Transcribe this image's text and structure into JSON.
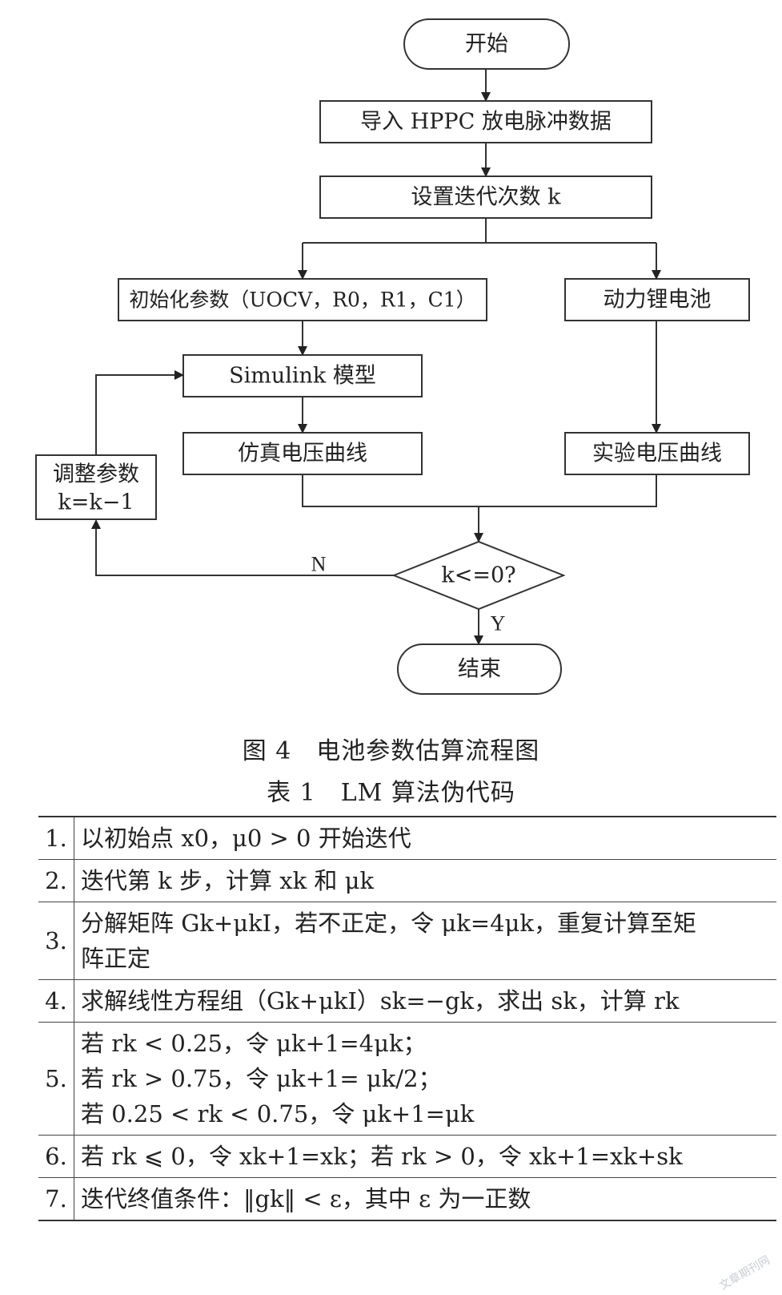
{
  "flowchart": {
    "nodes": {
      "start": "开始",
      "import": "导入 HPPC 放电脉冲数据",
      "set_iter": "设置迭代次数 k",
      "init": "初始化参数（UOCV，R0，R1，C1）",
      "battery": "动力锂电池",
      "simulink": "Simulink 模型",
      "sim_curve": "仿真电压曲线",
      "exp_curve": "实验电压曲线",
      "adjust_line1": "调整参数",
      "adjust_line2": "k=k−1",
      "decision": "k<=0?",
      "end": "结束"
    },
    "edge_labels": {
      "no": "N",
      "yes": "Y"
    }
  },
  "figure_caption": "图 4　电池参数估算流程图",
  "table_caption": "表 1　LM 算法伪代码",
  "table": {
    "rows": [
      {
        "num": "1.",
        "lines": [
          "以初始点 x0，μ0 > 0 开始迭代"
        ]
      },
      {
        "num": "2.",
        "lines": [
          "迭代第 k 步，计算 xk 和 μk"
        ]
      },
      {
        "num": "3.",
        "lines": [
          "分解矩阵 Gk+μkI，若不正定，令 μk=4μk，重复计算至矩",
          "阵正定"
        ]
      },
      {
        "num": "4.",
        "lines": [
          "求解线性方程组（Gk+μkI）sk=−gk，求出 sk，计算 rk"
        ]
      },
      {
        "num": "5.",
        "lines": [
          "若 rk < 0.25，令 μk+1=4μk；",
          "若 rk > 0.75，令 μk+1= μk/2；",
          "若 0.25 < rk < 0.75，令 μk+1=μk"
        ]
      },
      {
        "num": "6.",
        "lines": [
          "若 rk ⩽ 0，令 xk+1=xk；若 rk > 0，令 xk+1=xk+sk"
        ]
      },
      {
        "num": "7.",
        "lines": [
          "迭代终值条件：‖gk‖ < ε，其中 ε 为一正数"
        ]
      }
    ]
  },
  "watermark": "文章期刊网"
}
